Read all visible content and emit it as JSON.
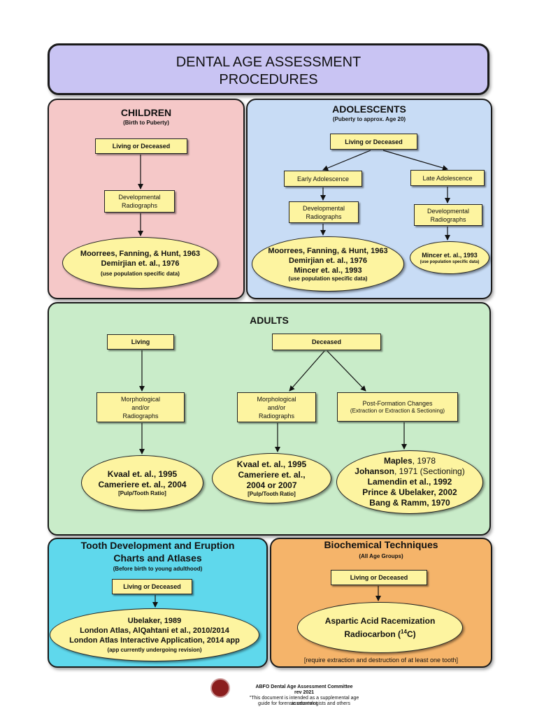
{
  "title": {
    "line1": "DENTAL AGE ASSESSMENT",
    "line2": "PROCEDURES"
  },
  "children": {
    "title": "CHILDREN",
    "subtitle": "(Birth to Puberty)",
    "living_deceased": "Living or Deceased",
    "dev_rad_1": "Developmental",
    "dev_rad_2": "Radiographs",
    "refs": [
      "Moorrees, Fanning, & Hunt, 1963",
      "Demirjian et. al., 1976",
      "(use population specific data)"
    ]
  },
  "adolescents": {
    "title": "ADOLESCENTS",
    "subtitle": "(Puberty to approx. Age 20)",
    "living_deceased": "Living or Deceased",
    "early": "Early Adolescence",
    "late": "Late Adolescence",
    "dev_rad_1": "Developmental",
    "dev_rad_2": "Radiographs",
    "early_refs": [
      "Moorrees, Fanning, & Hunt, 1963",
      "Demirjian et. al., 1976",
      "Mincer et. al., 1993",
      "(use population specific data)"
    ],
    "late_refs": [
      "Mincer et. al., 1993",
      "(use population specific data)"
    ]
  },
  "adults": {
    "title": "ADULTS",
    "living": "Living",
    "deceased": "Deceased",
    "morph_1": "Morphological",
    "morph_2": "and/or",
    "morph_3": "Radiographs",
    "post_1": "Post-Formation Changes",
    "post_2": "(Extraction or Extraction & Sectioning)",
    "living_refs": [
      "Kvaal et. al., 1995",
      "Cameriere et. al., 2004",
      "[Pulp/Tooth Ratio]"
    ],
    "deceased_refs": [
      "Kvaal et. al., 1995",
      "Cameriere et. al.,",
      "2004 or 2007",
      "[Pulp/Tooth Ratio]"
    ],
    "post_refs": {
      "maples": "Maples",
      "maples_year": ", 1978",
      "johanson": "Johanson",
      "johanson_year": ", 1971 (Sectioning)",
      "lamendin": "Lamendin et al., 1992",
      "prince": "Prince & Ubelaker, 2002",
      "bang": "Bang & Ramm, 1970"
    }
  },
  "tooth": {
    "title_1": "Tooth Development and Eruption",
    "title_2": "Charts and Atlases",
    "subtitle": "(Before birth to young adulthood)",
    "living_deceased": "Living or Deceased",
    "refs": [
      "Ubelaker, 1989",
      "London Atlas, AlQahtani et al., 2010/2014",
      "London Atlas Interactive Application, 2014 app",
      "(app currently undergoing revision)"
    ]
  },
  "biochem": {
    "title": "Biochemical Techniques",
    "subtitle": "(All Age Groups)",
    "living_deceased": "Living or Deceased",
    "aspartic": "Aspartic Acid Racemization",
    "radiocarbon_pre": "Radiocarbon (",
    "radiocarbon_sup": "14",
    "radiocarbon_post": "C)",
    "note": "[require extraction and destruction of at least one tooth]"
  },
  "footer": {
    "committee": "ABFO Dental Age Assessment Committee",
    "rev": "rev 2021",
    "note_1": "\"This document is intended as a supplemental age assessment",
    "note_2": "guide for forensic odontologists and others"
  },
  "colors": {
    "title_bg": "#c9c4f3",
    "children_bg": "#f5c8c8",
    "adolescents_bg": "#c8dcf5",
    "adults_bg": "#c9ecc9",
    "tooth_bg": "#5fd8ec",
    "biochem_bg": "#f5b46a",
    "box_bg": "#fdf4a0"
  }
}
